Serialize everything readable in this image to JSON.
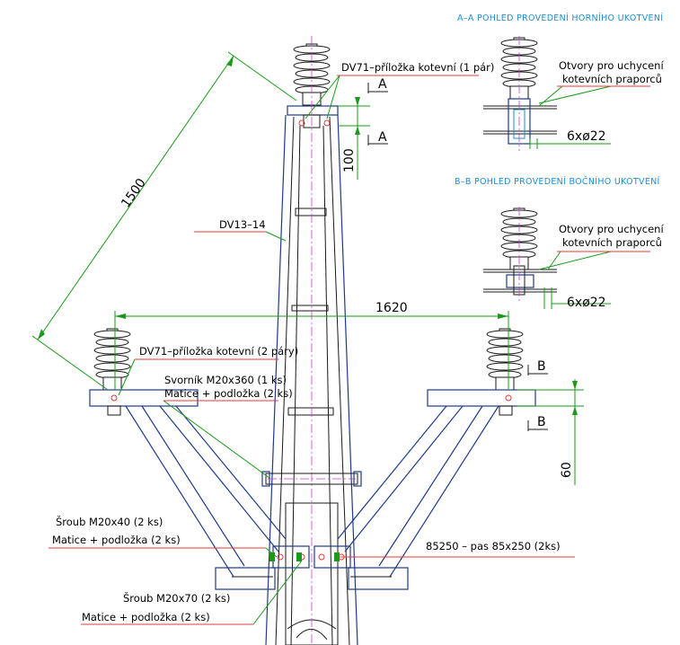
{
  "views": {
    "aa_title": "A–A POHLED PROVEDENÍ HORNÍHO UKOTVENÍ",
    "bb_title": "B–B POHLED PROVEDENÍ BOČNÍHO UKOTVENÍ",
    "aa_holes": [
      "Otvory pro uchycení",
      "kotevních praporců"
    ],
    "bb_holes": [
      "Otvory pro uchycení",
      "kotevních praporců"
    ],
    "aa_hole_dim": "6xø22",
    "bb_hole_dim": "6xø22"
  },
  "labels": {
    "dv71_top": "DV71–příložka kotevní (1 pár)",
    "dv13": "DV13–14",
    "dv71_side": "DV71–příložka kotevní (2 páry)",
    "svornik_1": "Svorník M20x360 (1 ks)",
    "svornik_2": "Matice + podložka (2 ks)",
    "sroub40_1": "Šroub M20x40 (2 ks)",
    "sroub40_2": "Matice + podložka (2 ks)",
    "pas": "85250 – pas 85x250 (2ks)",
    "sroub70_1": "Šroub M20x70 (2 ks)",
    "sroub70_2": "Matice + podložka (2 ks)"
  },
  "dimensions": {
    "diagonal": "1500",
    "width": "1620",
    "top_offset": "100",
    "side_offset": "60"
  },
  "section_marks": {
    "a1": "A",
    "a2": "A",
    "b1": "B",
    "b2": "B"
  },
  "colors": {
    "leader": "#e23b3b",
    "dimension": "#1a9a1a",
    "centerline": "#d13ad1",
    "structure": "#1f3a8a",
    "title": "#1a8fd6"
  }
}
